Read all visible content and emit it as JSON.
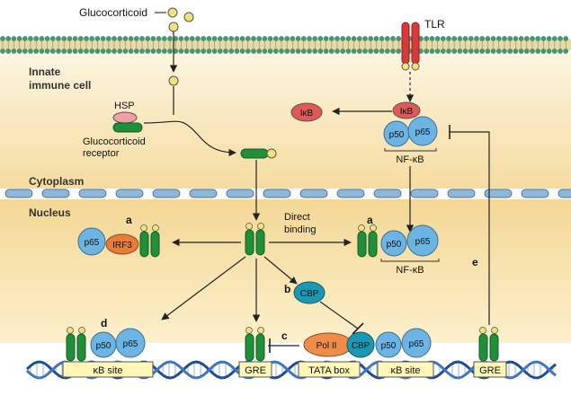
{
  "labels": {
    "glucocorticoid": "Glucocorticoid",
    "tlr": "TLR",
    "innate_line1": "Innate",
    "innate_line2": "immune cell",
    "hsp": "HSP",
    "gr_line1": "Glucocorticoid",
    "gr_line2": "receptor",
    "cytoplasm": "Cytoplasm",
    "nucleus": "Nucleus",
    "direct_line1": "Direct",
    "direct_line2": "binding",
    "a_left": "a",
    "a_right": "a",
    "b": "b",
    "c": "c",
    "d": "d",
    "e": "e"
  },
  "proteins": {
    "ikb": "IκB",
    "ikb_free": "IκB",
    "p50": "p50",
    "p65": "p65",
    "irf3": "IRF3",
    "cbp": "CBP",
    "pol2": "Pol II",
    "nfkb": "NF-κB"
  },
  "dna_boxes": {
    "kb_site_left": "κB site",
    "gre_mid": "GRE",
    "tata": "TATA box",
    "kb_site_right": "κB site",
    "gre_right": "GRE"
  },
  "colors": {
    "cytoplasm_top": "#fdf3d8",
    "cytoplasm_bottom": "#f6dfa6",
    "nucleus": "#f4dca0",
    "membrane_head": "#3f9b74",
    "receptor_green": "#1f8f3a",
    "protein_blue": "#6bb4e3",
    "protein_red": "#e05858",
    "cbp_teal": "#1a98b4",
    "irf3_orange": "#e67e3a",
    "hsp_pink": "#f2a0a8",
    "ligand_yellow": "#f3e27a",
    "tlr_red": "#d83a3a",
    "dna_box": "#fff6b8",
    "dna_blue": "#1e4f96"
  }
}
